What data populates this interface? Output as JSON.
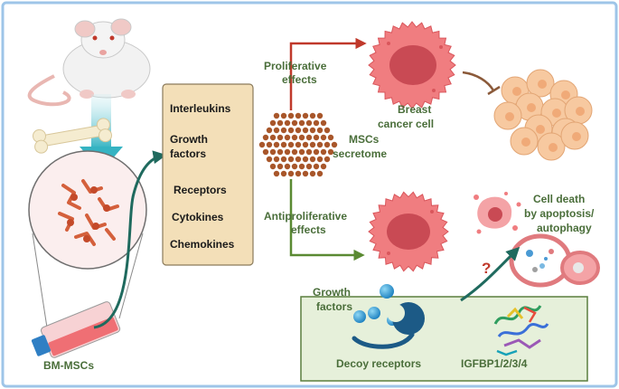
{
  "labels": {
    "secretome_box": [
      "Interleukins",
      "Growth",
      "factors",
      "Receptors",
      "Cytokines",
      "Chemokines"
    ],
    "proliferative": [
      "Proliferative",
      "effects"
    ],
    "antiproliferative": [
      "Antiproliferative",
      "effects"
    ],
    "breast_cancer": [
      "Breast",
      "cancer cell"
    ],
    "mscs_secretome": [
      "MSCs",
      "secretome"
    ],
    "cell_death": [
      "Cell death",
      "by apoptosis/",
      "autophagy"
    ],
    "growth_factors": [
      "Growth",
      "factors"
    ],
    "question_mark": "?",
    "decoy_receptors": "Decoy receptors",
    "igfbp": "IGFBP1/2/3/4",
    "bm_mscs": "BM-MSCs"
  },
  "icons": [
    "rat-icon",
    "bone-icon",
    "dish-icon",
    "flask-icon",
    "secretome-particles-icon",
    "cancer-cell-icon",
    "tumor-cluster-icon",
    "apoptotic-cell-icon",
    "autophagy-cell-icon",
    "protein-structure-icon"
  ],
  "colors": {
    "frame": "#9ec5e8",
    "secretome_box_fill": "#f3dfb8",
    "label_green": "#4a6e3a",
    "proliferative_arrow": "#c0392b",
    "antiproliferative_arrow": "#5a8a32",
    "teal_arrow": "#1f6a5e",
    "question_mark": "#c0392b",
    "decoy_box_fill": "#e6f0da",
    "decoy_box_border": "#5a7e3e",
    "cancer_cell": "#f07d80",
    "tumor": "#f7c9a0",
    "particles": "#a8562a"
  }
}
